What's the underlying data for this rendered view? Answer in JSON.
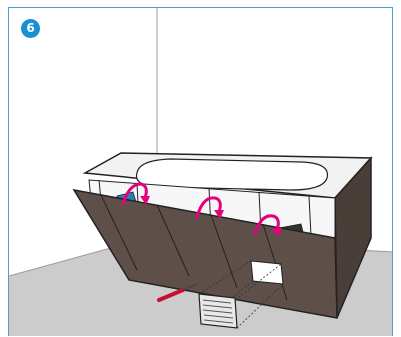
{
  "step": {
    "number": "6"
  },
  "colors": {
    "step_badge": "#1b8fd2",
    "frame_border": "#4a9fd0",
    "floor": "#cccccc",
    "wall": "#ffffff",
    "panel": "#5e5048",
    "panel_dark": "#4a3f38",
    "arrow": "#e6007e",
    "tool_handle": "#c8102e"
  },
  "illustration": {
    "subject": "bath-panel-installation",
    "arrows": 3,
    "icons": [
      "bath-tub-icon",
      "front-panel-icon",
      "clip-arrow-icon",
      "vent-grille-icon",
      "screwdriver-icon"
    ]
  }
}
